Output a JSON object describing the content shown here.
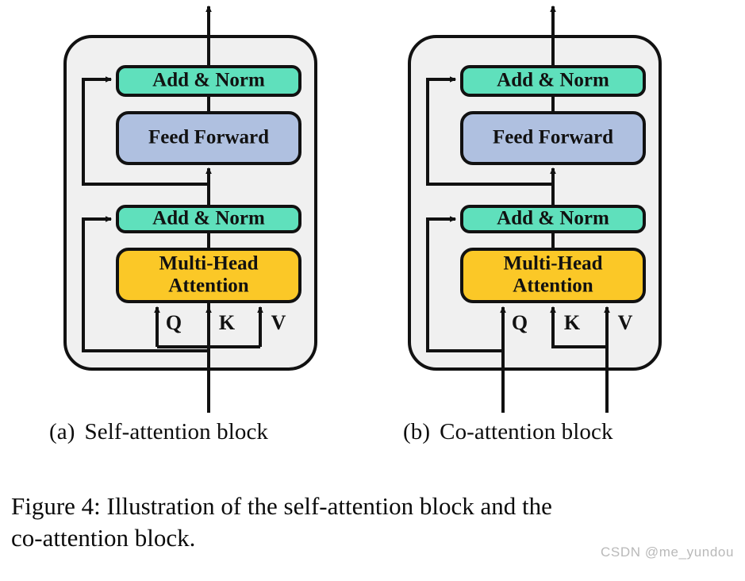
{
  "figure": {
    "caption": "Figure 4: Illustration of the self-attention block and the co-attention block.",
    "watermark": "CSDN @me_yundou"
  },
  "colors": {
    "add_norm_fill": "#5FE0BC",
    "feed_forward_fill": "#AFC0E0",
    "attention_fill": "#FBC827",
    "panel_fill": "#F0F0F0",
    "stroke": "#111111",
    "page_background": "#FFFFFF",
    "caption_text": "#0B0B0B",
    "watermark_text": "#B9B9B9"
  },
  "panels": [
    {
      "id": "self-attention",
      "tag": "(a)",
      "caption": "Self-attention block",
      "blocks": [
        {
          "id": "add-norm-top",
          "label": "Add & Norm",
          "fill_key": "add_norm_fill"
        },
        {
          "id": "feed-forward",
          "label": "Feed Forward",
          "fill_key": "feed_forward_fill"
        },
        {
          "id": "add-norm-bottom",
          "label": "Add & Norm",
          "fill_key": "add_norm_fill"
        },
        {
          "id": "multi-head-attention",
          "label_line1": "Multi-Head",
          "label_line2": "Attention",
          "fill_key": "attention_fill"
        }
      ],
      "inputs": [
        {
          "id": "q",
          "label": "Q"
        },
        {
          "id": "k",
          "label": "K"
        },
        {
          "id": "v",
          "label": "V"
        }
      ],
      "input_streams": 1,
      "description": "Single input stream fans out to Q, K and V"
    },
    {
      "id": "co-attention",
      "tag": "(b)",
      "caption": "Co-attention block",
      "blocks": [
        {
          "id": "add-norm-top",
          "label": "Add & Norm",
          "fill_key": "add_norm_fill"
        },
        {
          "id": "feed-forward",
          "label": "Feed Forward",
          "fill_key": "feed_forward_fill"
        },
        {
          "id": "add-norm-bottom",
          "label": "Add & Norm",
          "fill_key": "add_norm_fill"
        },
        {
          "id": "multi-head-attention",
          "label_line1": "Multi-Head",
          "label_line2": "Attention",
          "fill_key": "attention_fill"
        }
      ],
      "inputs": [
        {
          "id": "q",
          "label": "Q"
        },
        {
          "id": "k",
          "label": "K"
        },
        {
          "id": "v",
          "label": "V"
        }
      ],
      "input_streams": 2,
      "description": "Two input streams: first feeds Q, second feeds K and V"
    }
  ]
}
